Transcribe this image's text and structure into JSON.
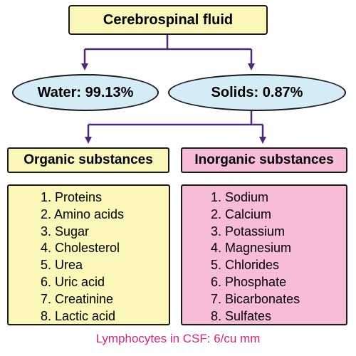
{
  "root": {
    "label": "Cerebrospinal fluid"
  },
  "level1": {
    "water": "Water: 99.13%",
    "solids": "Solids: 0.87%"
  },
  "organic": {
    "title": "Organic substances",
    "items": [
      "1. Proteins",
      "2. Amino acids",
      "3. Sugar",
      "4. Cholesterol",
      "5. Urea",
      "6. Uric acid",
      "7. Creatinine",
      "8. Lactic acid"
    ]
  },
  "inorganic": {
    "title": "Inorganic substances",
    "items": [
      "1. Sodium",
      "2. Calcium",
      "3. Potassium",
      "4. Magnesium",
      "5. Chlorides",
      "6. Phosphate",
      "7. Bicarbonates",
      "8. Sulfates"
    ]
  },
  "footnote": "Lymphocytes in CSF: 6/cu mm",
  "colors": {
    "yellow_fill": "#fbf7b8",
    "blue_fill": "#d4ecf6",
    "pink_fill": "#f7bcd6",
    "connector": "#4b2a7a",
    "footnote_text": "#d6257a"
  }
}
